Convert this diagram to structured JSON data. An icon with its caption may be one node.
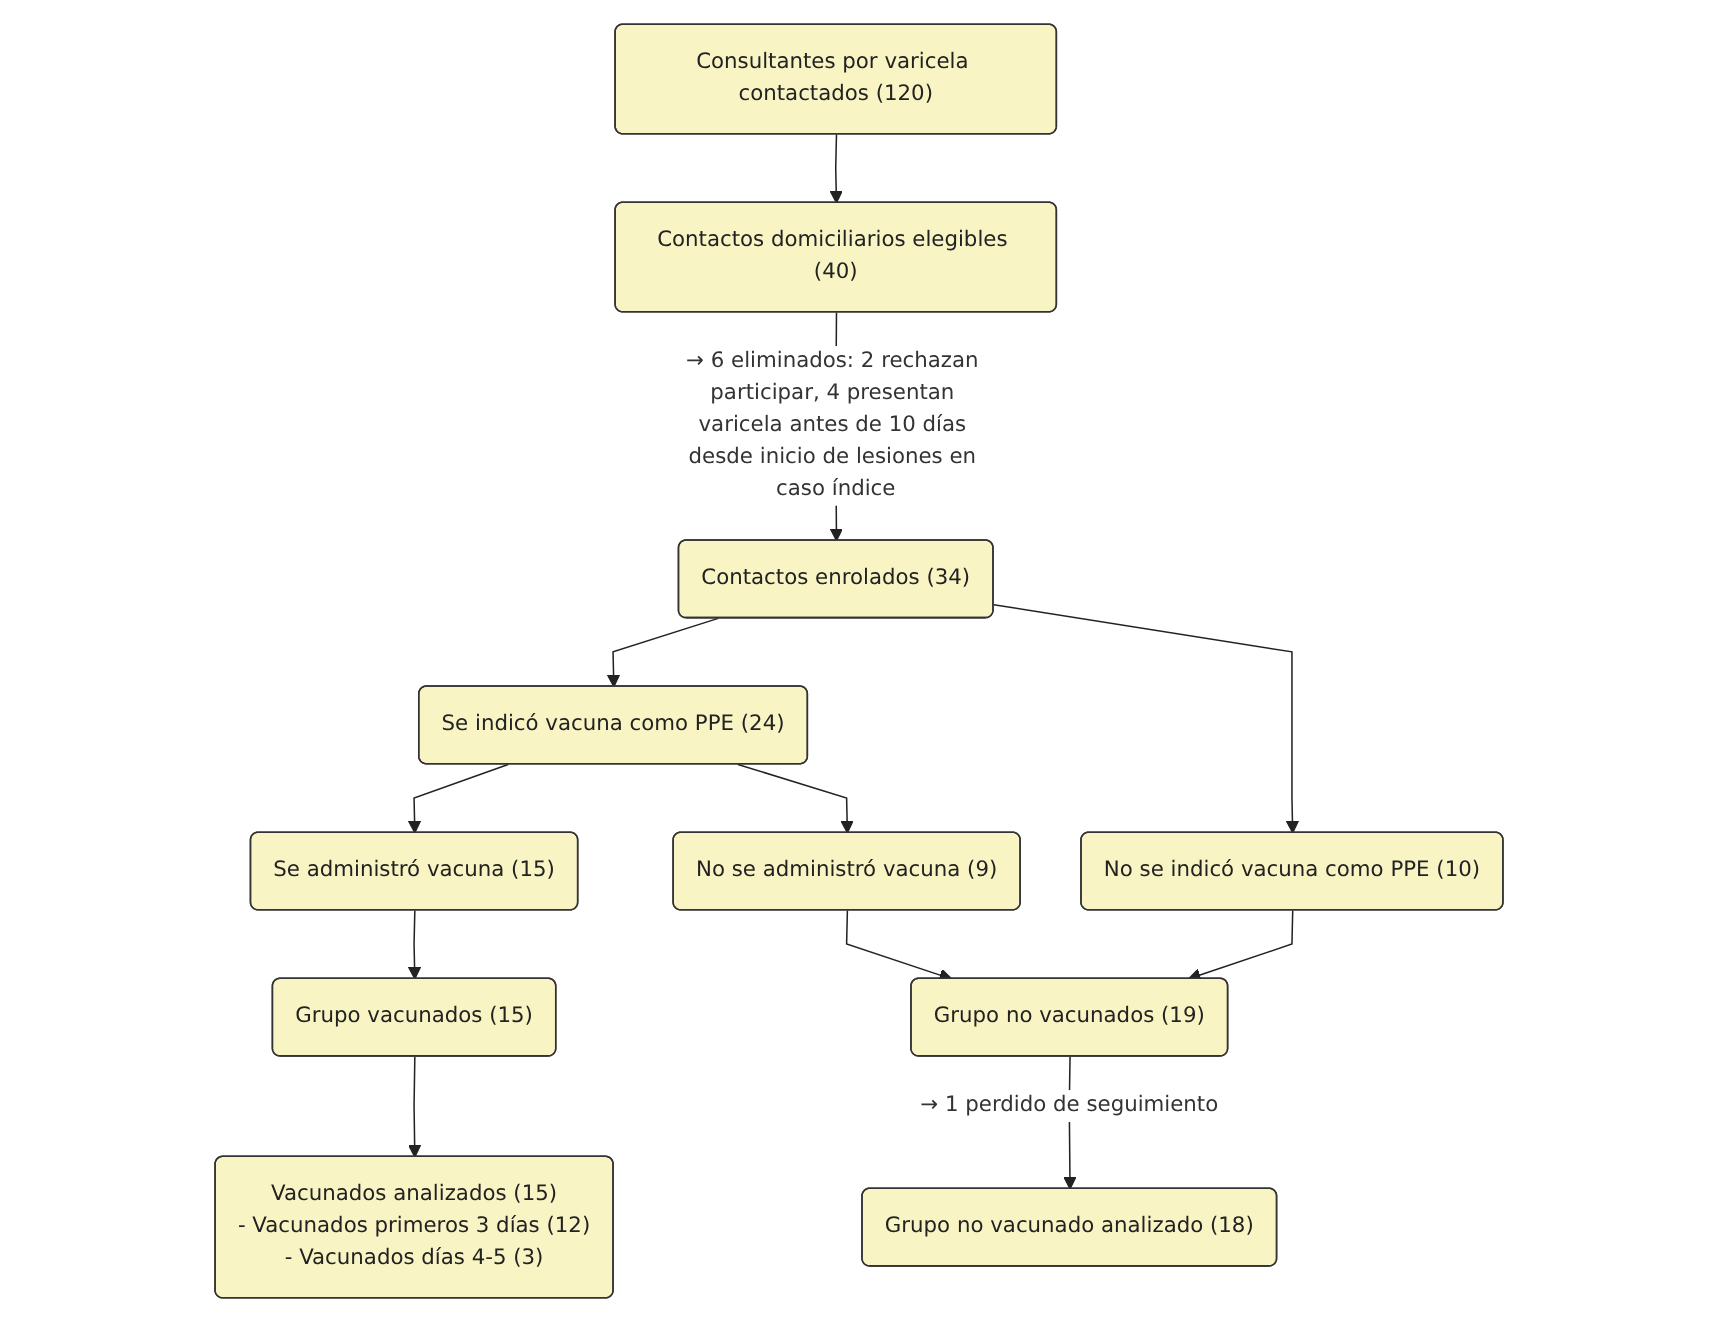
{
  "diagram": {
    "nodes": [
      {
        "text": [
          "Consultantes por varicela contactados (120)"
        ]
      },
      {
        "text": [
          "Contactos domiciliarios elegibles (40)"
        ]
      },
      {
        "text": [
          "Contactos enrolados (34)"
        ]
      },
      {
        "text": [
          "Se indicó vacuna como PPE (24)"
        ]
      },
      {
        "text": [
          "No se indicó vacuna como PPE (10)"
        ]
      },
      {
        "text": [
          "Se administró vacuna (15)"
        ]
      },
      {
        "text": [
          "No se administró vacuna (9)"
        ]
      },
      {
        "text": [
          "Grupo vacunados (15)"
        ]
      },
      {
        "text": [
          "Grupo no vacunados (19)"
        ]
      },
      {
        "text": [
          "Vacunados analizados (15)",
          "- Vacunados primeros 3 días (12)",
          "- Vacunados días 4-5 (3)"
        ]
      },
      {
        "text": [
          "Grupo no vacunado analizado (18)"
        ]
      }
    ],
    "edges": [
      {
        "from": 0,
        "to": 1,
        "arrow": "to"
      },
      {
        "from": 1,
        "to": 2,
        "arrow": "to",
        "label": "→ 6 eliminados: 2 rechazan participar, 4 presentan varicela antes de 10 días desde inicio de lesiones en caso índice"
      },
      {
        "from": 2,
        "to": 3,
        "arrow": "to"
      },
      {
        "from": 2,
        "to": 4,
        "arrow": "to"
      },
      {
        "from": 3,
        "to": 5,
        "arrow": "to"
      },
      {
        "from": 3,
        "to": 6,
        "arrow": "to"
      },
      {
        "from": 5,
        "to": 7,
        "arrow": "to"
      },
      {
        "from": 6,
        "to": 8,
        "arrow": "to"
      },
      {
        "from": 4,
        "to": 8,
        "arrow": "to"
      },
      {
        "from": 7,
        "to": 9,
        "arrow": "to"
      },
      {
        "from": 8,
        "to": 10,
        "arrow": "to",
        "label": "→ 1 perdido de seguimiento"
      }
    ]
  }
}
